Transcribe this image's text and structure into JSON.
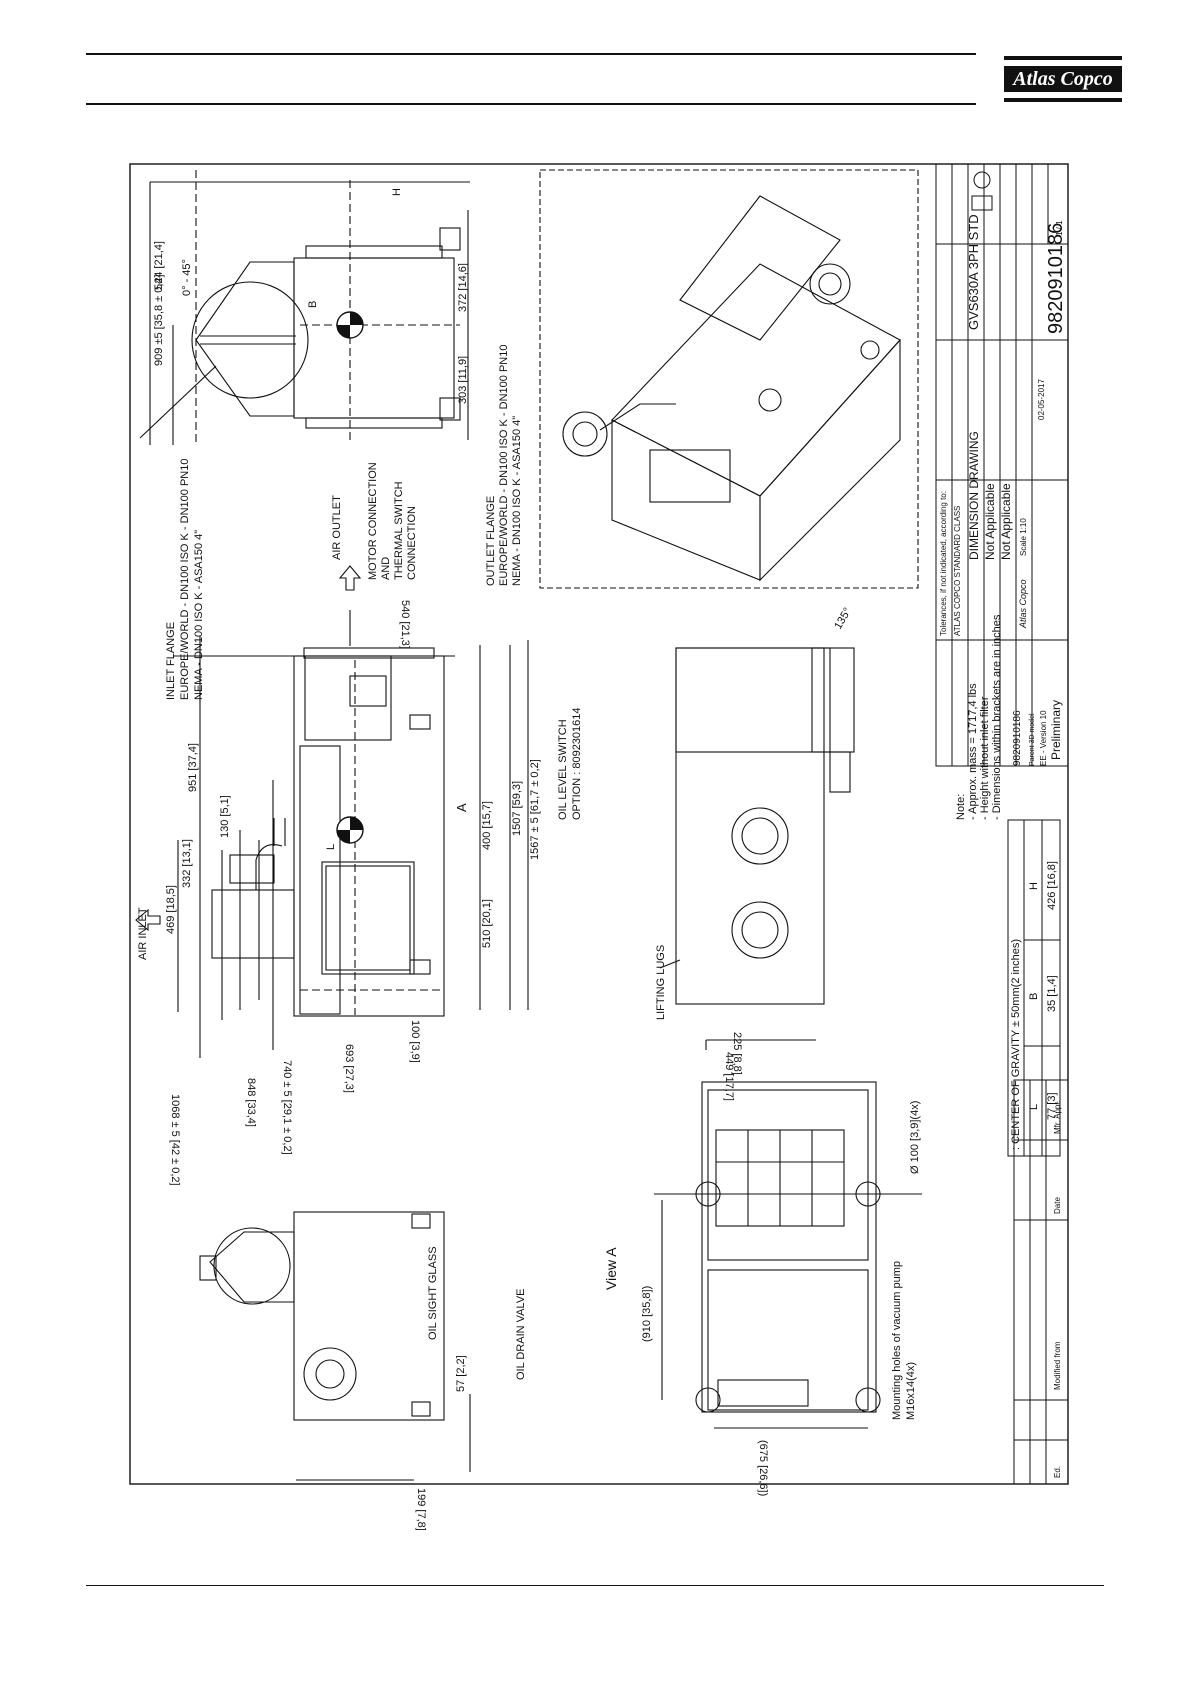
{
  "header": {
    "brand": "Atlas Copco"
  },
  "drawing": {
    "labels": {
      "air_inlet": "AIR INLET",
      "air_outlet": "AIR OUTLET",
      "inlet_flange": [
        "INLET FLANGE",
        "EUROPE/WORLD - DN100 ISO K - DN100 PN10",
        "NEMA - DN100 ISO K - ASA150 4\""
      ],
      "outlet_flange": [
        "OUTLET FLANGE",
        "EUROPE/WORLD - DN100 ISO K - DN100 PN10",
        "NEMA - DN100 ISO K - ASA150 4\""
      ],
      "motor_connection": [
        "MOTOR CONNECTION",
        "AND",
        "THERMAL SWITCH",
        "CONNECTION"
      ],
      "oil_level_switch": [
        "OIL LEVEL SWITCH",
        "OPTION : 8092301614"
      ],
      "oil_sight_glass": "OIL SIGHT GLASS",
      "oil_drain_valve": "OIL DRAIN VALVE",
      "lifting_lugs": "LIFTING LUGS",
      "view_a": "View A",
      "mounting_holes": [
        "Mounting holes of vacuum pump",
        "M16x14(4x)"
      ],
      "arrow_a": "A",
      "angle_1": "0° - 45°",
      "angle_2": "135°"
    },
    "dimensions": {
      "d_909": "909 ±5 [35,8 ± 0,2]",
      "d_544": "544 [21,4]",
      "d_372": "372 [14,6]",
      "d_303": "303 [11,9]",
      "d_951": "951 [37,4]",
      "d_130": "130 [5,1]",
      "d_332": "332 [13,1]",
      "d_469": "469 [18,5]",
      "d_540": "540 [21,3]",
      "d_400": "400 [15,7]",
      "d_510": "510 [20,1]",
      "d_1507": "1507 [59,3]",
      "d_1567": "1567 ± 5 [61,7 ± 0,2]",
      "d_100": "100 [3,9]",
      "d_693": "693 [27,3]",
      "d_740": "740 ± 5 [29,1 ± 0,2]",
      "d_848": "848 [33,4]",
      "d_1068": "1068 ± 5 [42 ± 0,2]",
      "d_449": "449 [17,7]",
      "d_225": "225 [8,8]",
      "d_57": "57 [2,2]",
      "d_199": "199 [7,8]",
      "d_910": "(910 [35,8])",
      "d_675": "(675 [26,6])",
      "d_hole": "Ø 100 [3,9](4x)",
      "L": "L",
      "B": "B",
      "H": "H"
    },
    "cog_table": {
      "title": ": CENTER OF GRAVITY ± 50mm(2 inches)",
      "headers": [
        "L",
        "B",
        "H"
      ],
      "values": [
        "77 [3]",
        "35 [1,4]",
        "426 [16,8]"
      ]
    },
    "notes": {
      "heading": "Note:",
      "lines": [
        "- Approx. mass = 1717,4 lbs",
        "- Height without inlet filter",
        "- Dimensions within brackets are in inches"
      ]
    },
    "title_block": {
      "title": "DIMENSION DRAWING",
      "product": "GVS630A 3PH STD",
      "material": "Not Applicable",
      "treatment": "Not Applicable",
      "number": "9820910186",
      "status": "Preliminary",
      "scale": "Scale 1:10",
      "date": "02-05-2017",
      "sheet": "1 / 1",
      "version": "EE - Version 10",
      "parent": "Parent 3D model",
      "small_number": "9820910186",
      "company": "Atlas Copco",
      "tolerance": "Tolerances, if not indicated, according to:",
      "standard": "ATLAS COPCO STANDARD CLASS",
      "revision_headers": [
        "Ed.",
        "Modified from",
        "Date",
        "Mfr. Appr."
      ]
    }
  }
}
